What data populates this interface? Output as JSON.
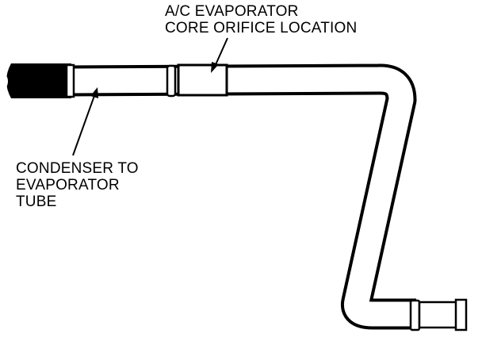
{
  "labels": {
    "orifice": {
      "line1": "A/C EVAPORATOR",
      "line2": "CORE ORIFICE LOCATION"
    },
    "tube": {
      "line1": "CONDENSER TO",
      "line2": "EVAPORATOR",
      "line3": "TUBE"
    }
  },
  "colors": {
    "ink": "#000000",
    "paper": "#ffffff"
  }
}
